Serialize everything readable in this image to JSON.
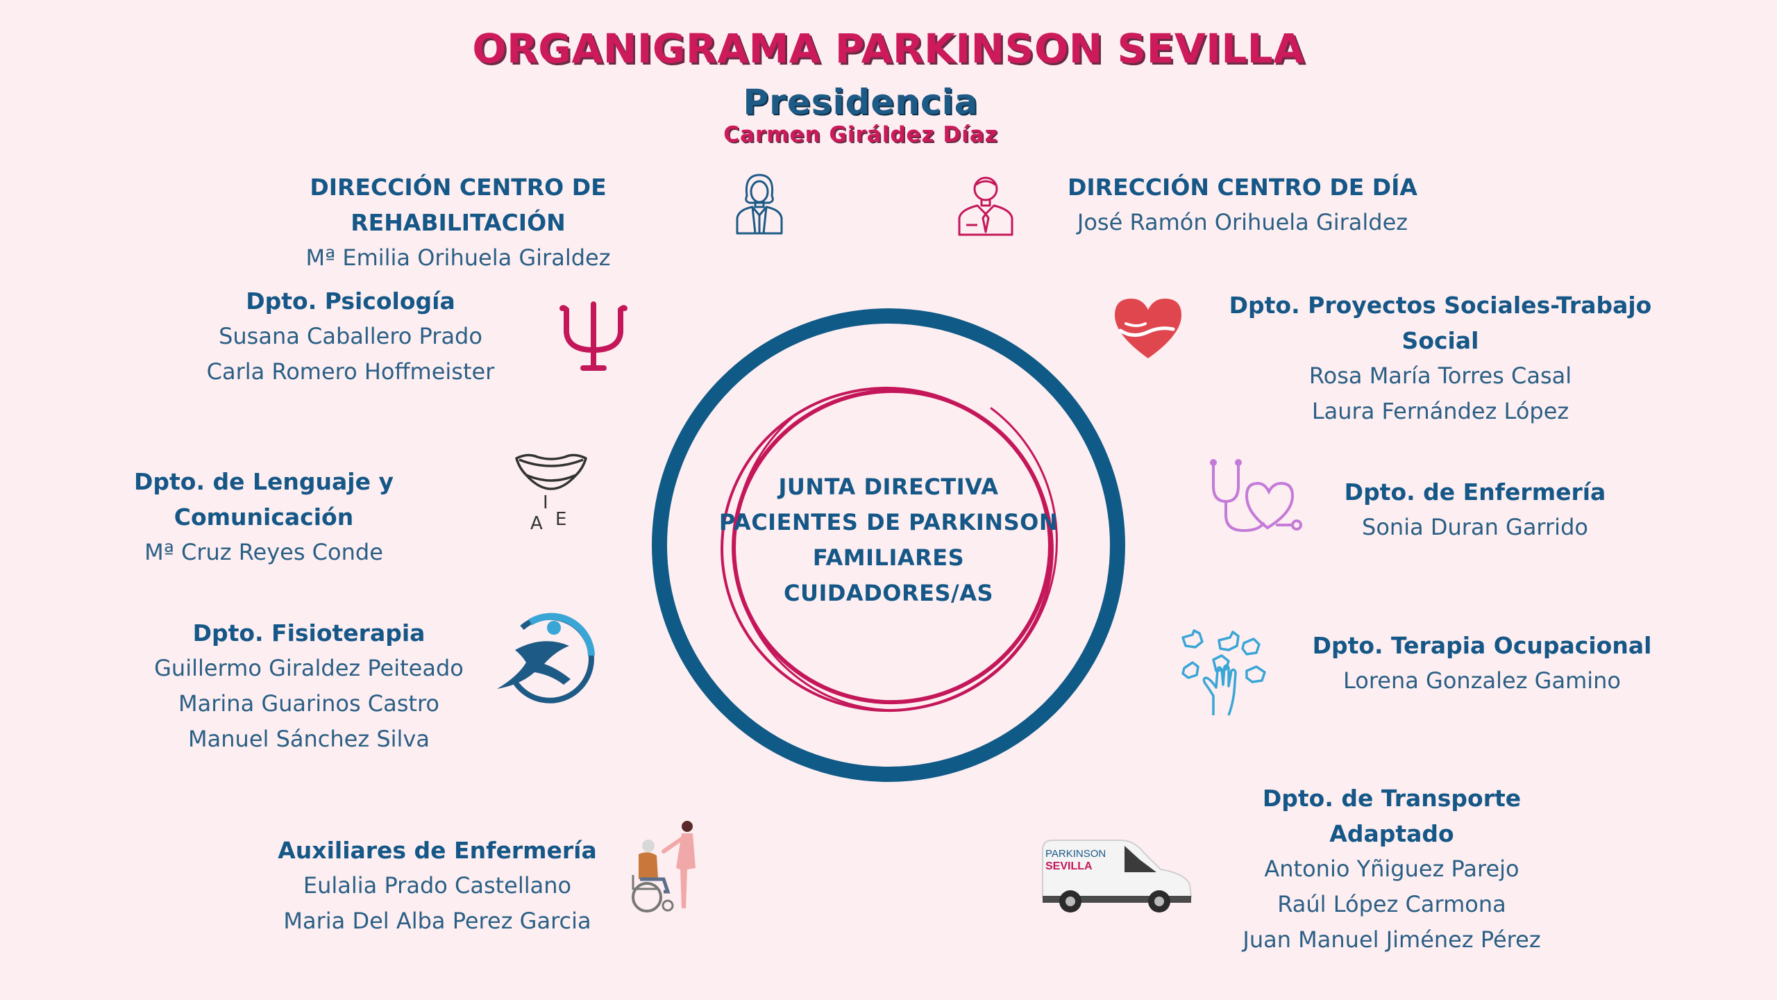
{
  "title": "ORGANIGRAMA PARKINSON SEVILLA",
  "subtitle": "Presidencia",
  "president": "Carmen Giráldez Díaz",
  "center": {
    "lines": [
      "JUNTA DIRECTIVA",
      "PACIENTES DE PARKINSON",
      "FAMILIARES",
      "CUIDADORES/AS"
    ]
  },
  "left": {
    "rehab": {
      "heading": "DIRECCIÓN CENTRO DE  REHABILITACIÓN",
      "names": [
        "Mª Emilia Orihuela Giraldez"
      ]
    },
    "psicologia": {
      "heading": "Dpto. Psicología",
      "names": [
        "Susana Caballero Prado",
        "Carla Romero Hoffmeister"
      ]
    },
    "lenguaje": {
      "heading": "Dpto. de Lenguaje y Comunicación",
      "names": [
        "Mª Cruz Reyes Conde"
      ]
    },
    "fisio": {
      "heading": "Dpto. Fisioterapia",
      "names": [
        "Guillermo Giraldez Peiteado",
        "Marina Guarinos Castro",
        "Manuel Sánchez Silva"
      ]
    },
    "auxiliares": {
      "heading": "Auxiliares de Enfermería",
      "names": [
        "Eulalia Prado Castellano",
        "Maria Del Alba Perez Garcia"
      ]
    }
  },
  "right": {
    "dia": {
      "heading": "DIRECCIÓN CENTRO DE DÍA",
      "names": [
        "José Ramón Orihuela Giraldez"
      ]
    },
    "social": {
      "heading": "Dpto. Proyectos Sociales-Trabajo Social",
      "names": [
        "Rosa María Torres Casal",
        "Laura Fernández López"
      ]
    },
    "enfermeria": {
      "heading": "Dpto. de Enfermería",
      "names": [
        "Sonia Duran Garrido"
      ]
    },
    "terapia": {
      "heading": "Dpto. Terapia Ocupacional",
      "names": [
        "Lorena Gonzalez Gamino"
      ]
    },
    "transporte": {
      "heading": "Dpto. de Transporte Adaptado",
      "names": [
        "Antonio Yñiguez Parejo",
        "Raúl López Carmona",
        "Juan Manuel Jiménez Pérez"
      ]
    }
  },
  "icons": {
    "rehab": "female-director-icon",
    "dia": "male-director-icon",
    "psicologia": "psi-icon",
    "lenguaje": "mouth-vowels-icon",
    "lenguaje_letters": [
      "I",
      "A",
      "E"
    ],
    "fisio": "runner-icon",
    "auxiliares": "nurse-wheelchair-icon",
    "social": "heart-hands-icon",
    "enfermeria": "stethoscope-heart-icon",
    "terapia": "puzzle-hand-icon",
    "transporte": "van-icon",
    "van_logo": [
      "PARKINSON",
      "SEVILLA"
    ]
  },
  "colors": {
    "background": "#fdeef1",
    "title": "#cc1a5a",
    "blue": "#155787",
    "ring_outer": "#0f5a87",
    "ring_inner": "#c41759",
    "light_blue": "#3aa6d6",
    "violet": "#c47ad8"
  }
}
